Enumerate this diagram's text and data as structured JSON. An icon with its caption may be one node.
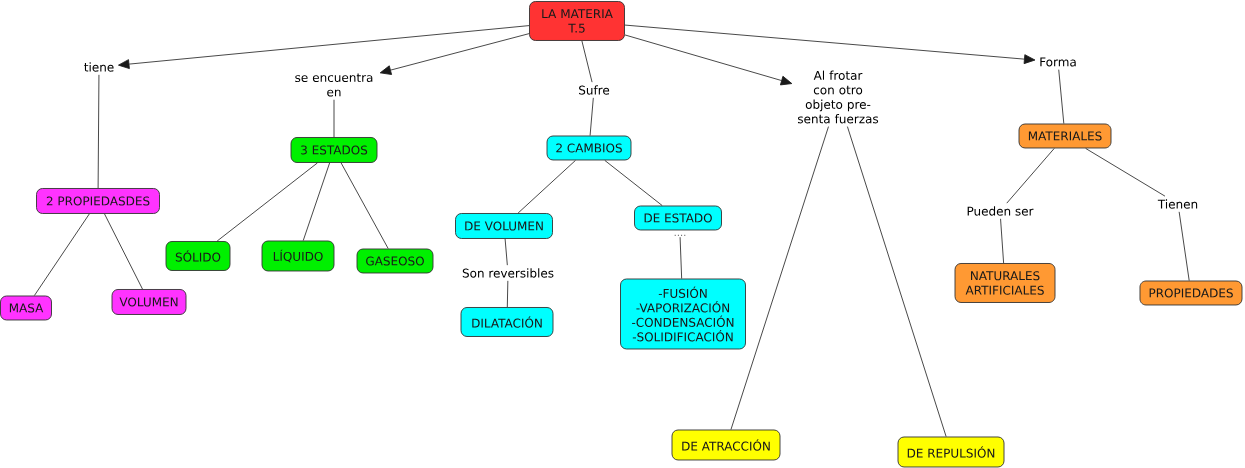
{
  "diagram": {
    "nodes": [
      {
        "text": [
          "LA MATERIA T.5"
        ]
      },
      {
        "text": [
          "tiene"
        ]
      },
      {
        "text": [
          "se encuentra en"
        ]
      },
      {
        "text": [
          "Sufre"
        ]
      },
      {
        "text": [
          "Al frotar con otro objeto pre- senta fuerzas"
        ]
      },
      {
        "text": [
          "Forma"
        ]
      },
      {
        "text": [
          "2 PROPIEDASDES"
        ]
      },
      {
        "text": [
          "3 ESTADOS"
        ]
      },
      {
        "text": [
          "2 CAMBIOS"
        ]
      },
      {
        "text": [
          "MATERIALES"
        ]
      },
      {
        "text": [
          "MASA"
        ]
      },
      {
        "text": [
          "VOLUMEN"
        ]
      },
      {
        "text": [
          "SÓLIDO"
        ]
      },
      {
        "text": [
          "LÍQUIDO"
        ]
      },
      {
        "text": [
          "GASEOSO"
        ]
      },
      {
        "text": [
          "DE VOLUMEN"
        ]
      },
      {
        "text": [
          "DE ESTADO"
        ]
      },
      {
        "text": [
          "...."
        ]
      },
      {
        "text": [
          "Son reversibles"
        ]
      },
      {
        "text": [
          "Pueden ser"
        ]
      },
      {
        "text": [
          "Tienen"
        ]
      },
      {
        "text": [
          "DILATACIÓN"
        ]
      },
      {
        "text": [
          "-FUSIÓN -VAPORIZACIÓN -CONDENSACIÓN -SOLIDIFICACIÓN"
        ]
      },
      {
        "text": [
          "NATURALES ARTIFICIALES"
        ]
      },
      {
        "text": [
          "PROPIEDADES"
        ]
      },
      {
        "text": [
          "DE ATRACCIÓN"
        ]
      },
      {
        "text": [
          "DE REPULSIÓN"
        ]
      }
    ],
    "edges": [
      {
        "from": 0,
        "to": 1,
        "arrow": "to"
      },
      {
        "from": 0,
        "to": 2,
        "arrow": "to"
      },
      {
        "from": 0,
        "to": 3,
        "arrow": "none"
      },
      {
        "from": 0,
        "to": 4,
        "arrow": "to"
      },
      {
        "from": 0,
        "to": 5,
        "arrow": "to"
      },
      {
        "from": 1,
        "to": 6,
        "arrow": "none"
      },
      {
        "from": 2,
        "to": 7,
        "arrow": "none"
      },
      {
        "from": 3,
        "to": 8,
        "arrow": "none"
      },
      {
        "from": 4,
        "to": 25,
        "arrow": "none"
      },
      {
        "from": 4,
        "to": 26,
        "arrow": "none"
      },
      {
        "from": 5,
        "to": 9,
        "arrow": "none"
      },
      {
        "from": 6,
        "to": 10,
        "arrow": "none"
      },
      {
        "from": 6,
        "to": 11,
        "arrow": "none"
      },
      {
        "from": 7,
        "to": 12,
        "arrow": "none"
      },
      {
        "from": 7,
        "to": 13,
        "arrow": "none"
      },
      {
        "from": 7,
        "to": 14,
        "arrow": "none"
      },
      {
        "from": 8,
        "to": 15,
        "arrow": "none"
      },
      {
        "from": 8,
        "to": 16,
        "arrow": "none"
      },
      {
        "from": 15,
        "to": 18,
        "arrow": "none"
      },
      {
        "from": 18,
        "to": 21,
        "arrow": "none"
      },
      {
        "from": 17,
        "to": 22,
        "arrow": "none"
      },
      {
        "from": 9,
        "to": 19,
        "arrow": "none"
      },
      {
        "from": 19,
        "to": 23,
        "arrow": "none"
      },
      {
        "from": 9,
        "to": 20,
        "arrow": "none"
      },
      {
        "from": 20,
        "to": 24,
        "arrow": "none"
      }
    ]
  }
}
